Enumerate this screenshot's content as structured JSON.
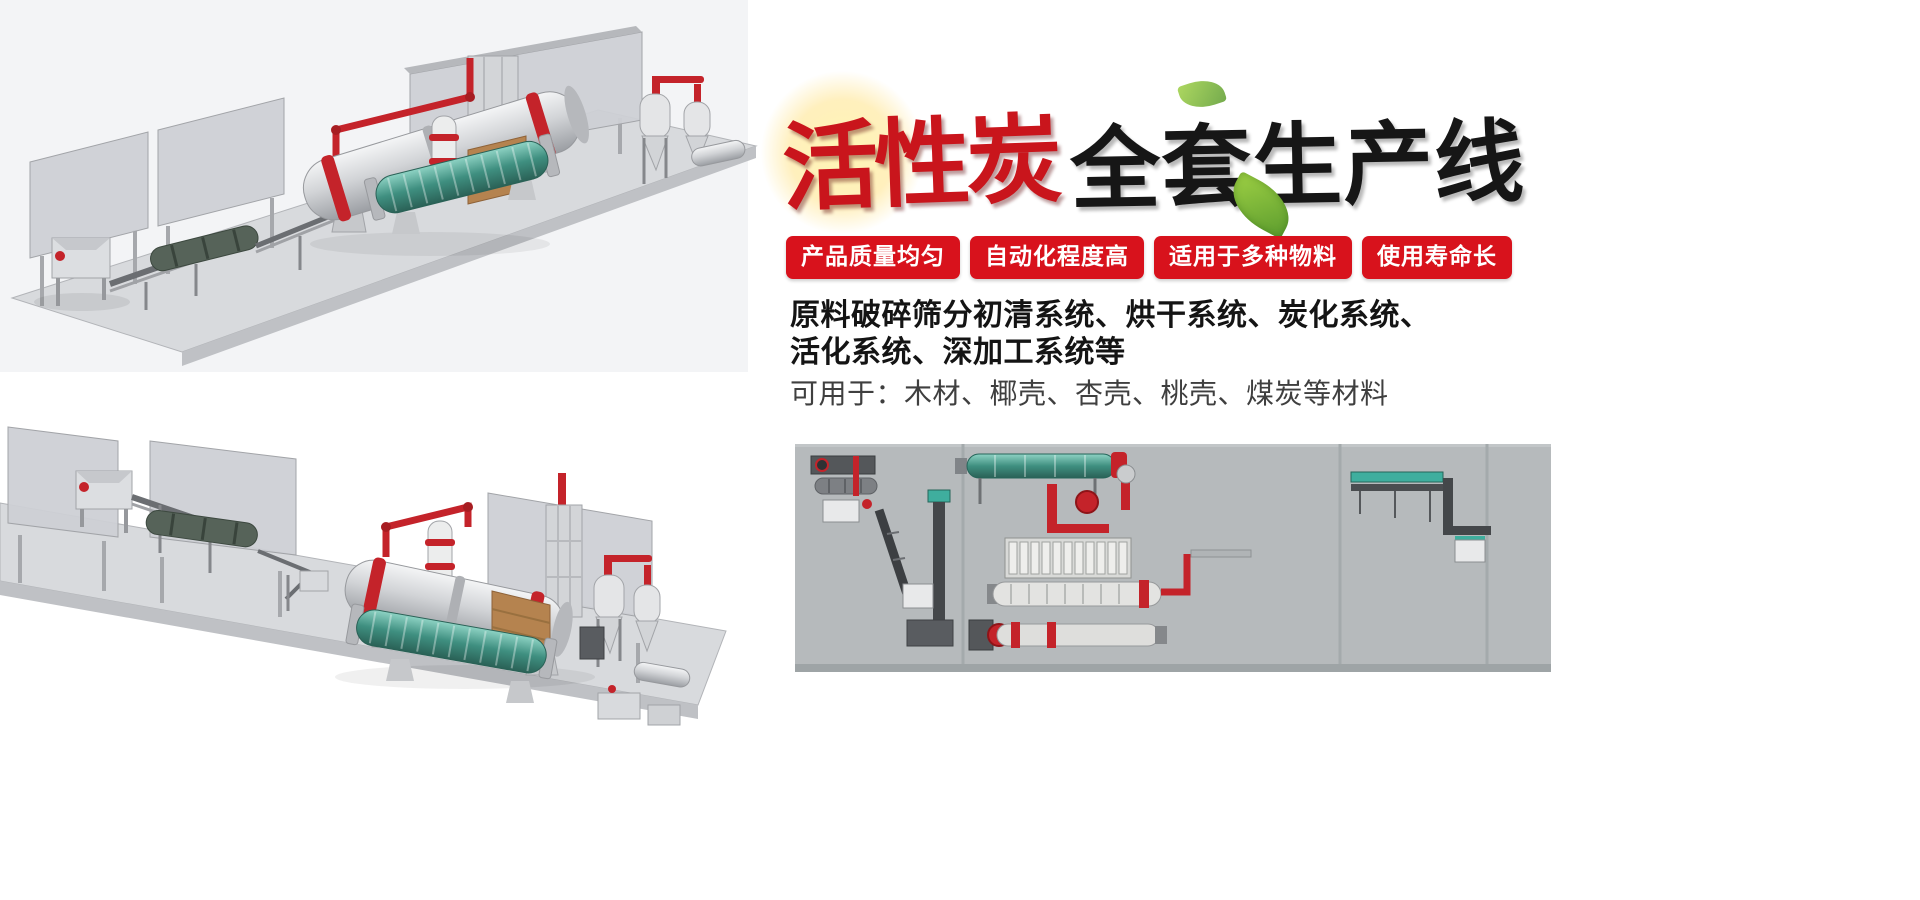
{
  "title": {
    "red": "活性炭",
    "black": "全套生产线"
  },
  "badges": [
    {
      "label": "产品质量均匀"
    },
    {
      "label": "自动化程度高"
    },
    {
      "label": "适用于多种物料"
    },
    {
      "label": "使用寿命长"
    }
  ],
  "description": {
    "line1": "原料破碎筛分初清系统、烘干系统、炭化系统、",
    "line2": "活化系统、深加工系统等",
    "line3": "可用于：木材、椰壳、杏壳、桃壳、煤炭等材料"
  },
  "colors": {
    "badge_red": "#d8121c",
    "title_red": "#c9151c",
    "title_black": "#161616",
    "leaf_green": "#6ab33e",
    "panel_gray": "#b6babc",
    "machine_teal": "#3f8f80",
    "pipe_red": "#c4232a"
  },
  "images": [
    {
      "name": "production-line-render-top-left"
    },
    {
      "name": "production-line-render-bottom-left"
    },
    {
      "name": "production-line-layout-diagram"
    }
  ]
}
